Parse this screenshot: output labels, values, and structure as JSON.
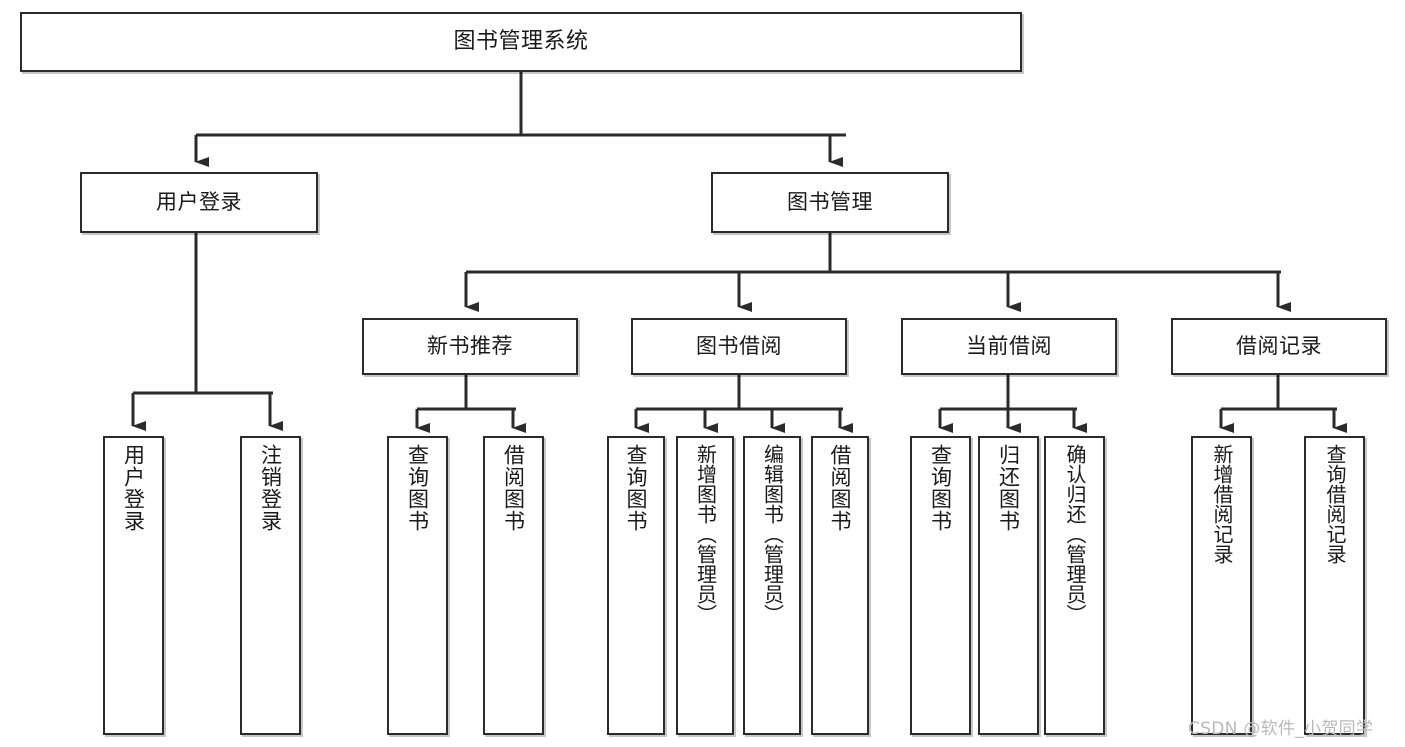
{
  "diagram": {
    "title": "图书管理系统",
    "type": "tree",
    "background_color": "#ffffff",
    "line_color": "#2b2b2b",
    "box_border_color": "#2b2b2b",
    "box_fill_color": "#ffffff",
    "text_color": "#1a1a1a",
    "nodes": {
      "root": {
        "label": "图书管理系统"
      },
      "level2": [
        {
          "label": "用户登录"
        },
        {
          "label": "图书管理"
        }
      ],
      "level3": [
        {
          "label": "新书推荐"
        },
        {
          "label": "图书借阅"
        },
        {
          "label": "当前借阅"
        },
        {
          "label": "借阅记录"
        }
      ],
      "leaves": {
        "user_login": [
          {
            "label": "用户登录"
          },
          {
            "label": "注销登录"
          }
        ],
        "new_book_recommend": [
          {
            "label": "查询图书"
          },
          {
            "label": "借阅图书"
          }
        ],
        "book_borrow": [
          {
            "label": "查询图书"
          },
          {
            "label": "新增图书（管理员）"
          },
          {
            "label": "编辑图书（管理员）"
          },
          {
            "label": "借阅图书"
          }
        ],
        "current_borrow": [
          {
            "label": "查询图书"
          },
          {
            "label": "归还图书"
          },
          {
            "label": "确认归还（管理员）"
          }
        ],
        "borrow_record": [
          {
            "label": "新增借阅记录"
          },
          {
            "label": "查询借阅记录"
          }
        ]
      }
    }
  },
  "watermark": {
    "text": "CSDN @软件_小贺同学"
  }
}
